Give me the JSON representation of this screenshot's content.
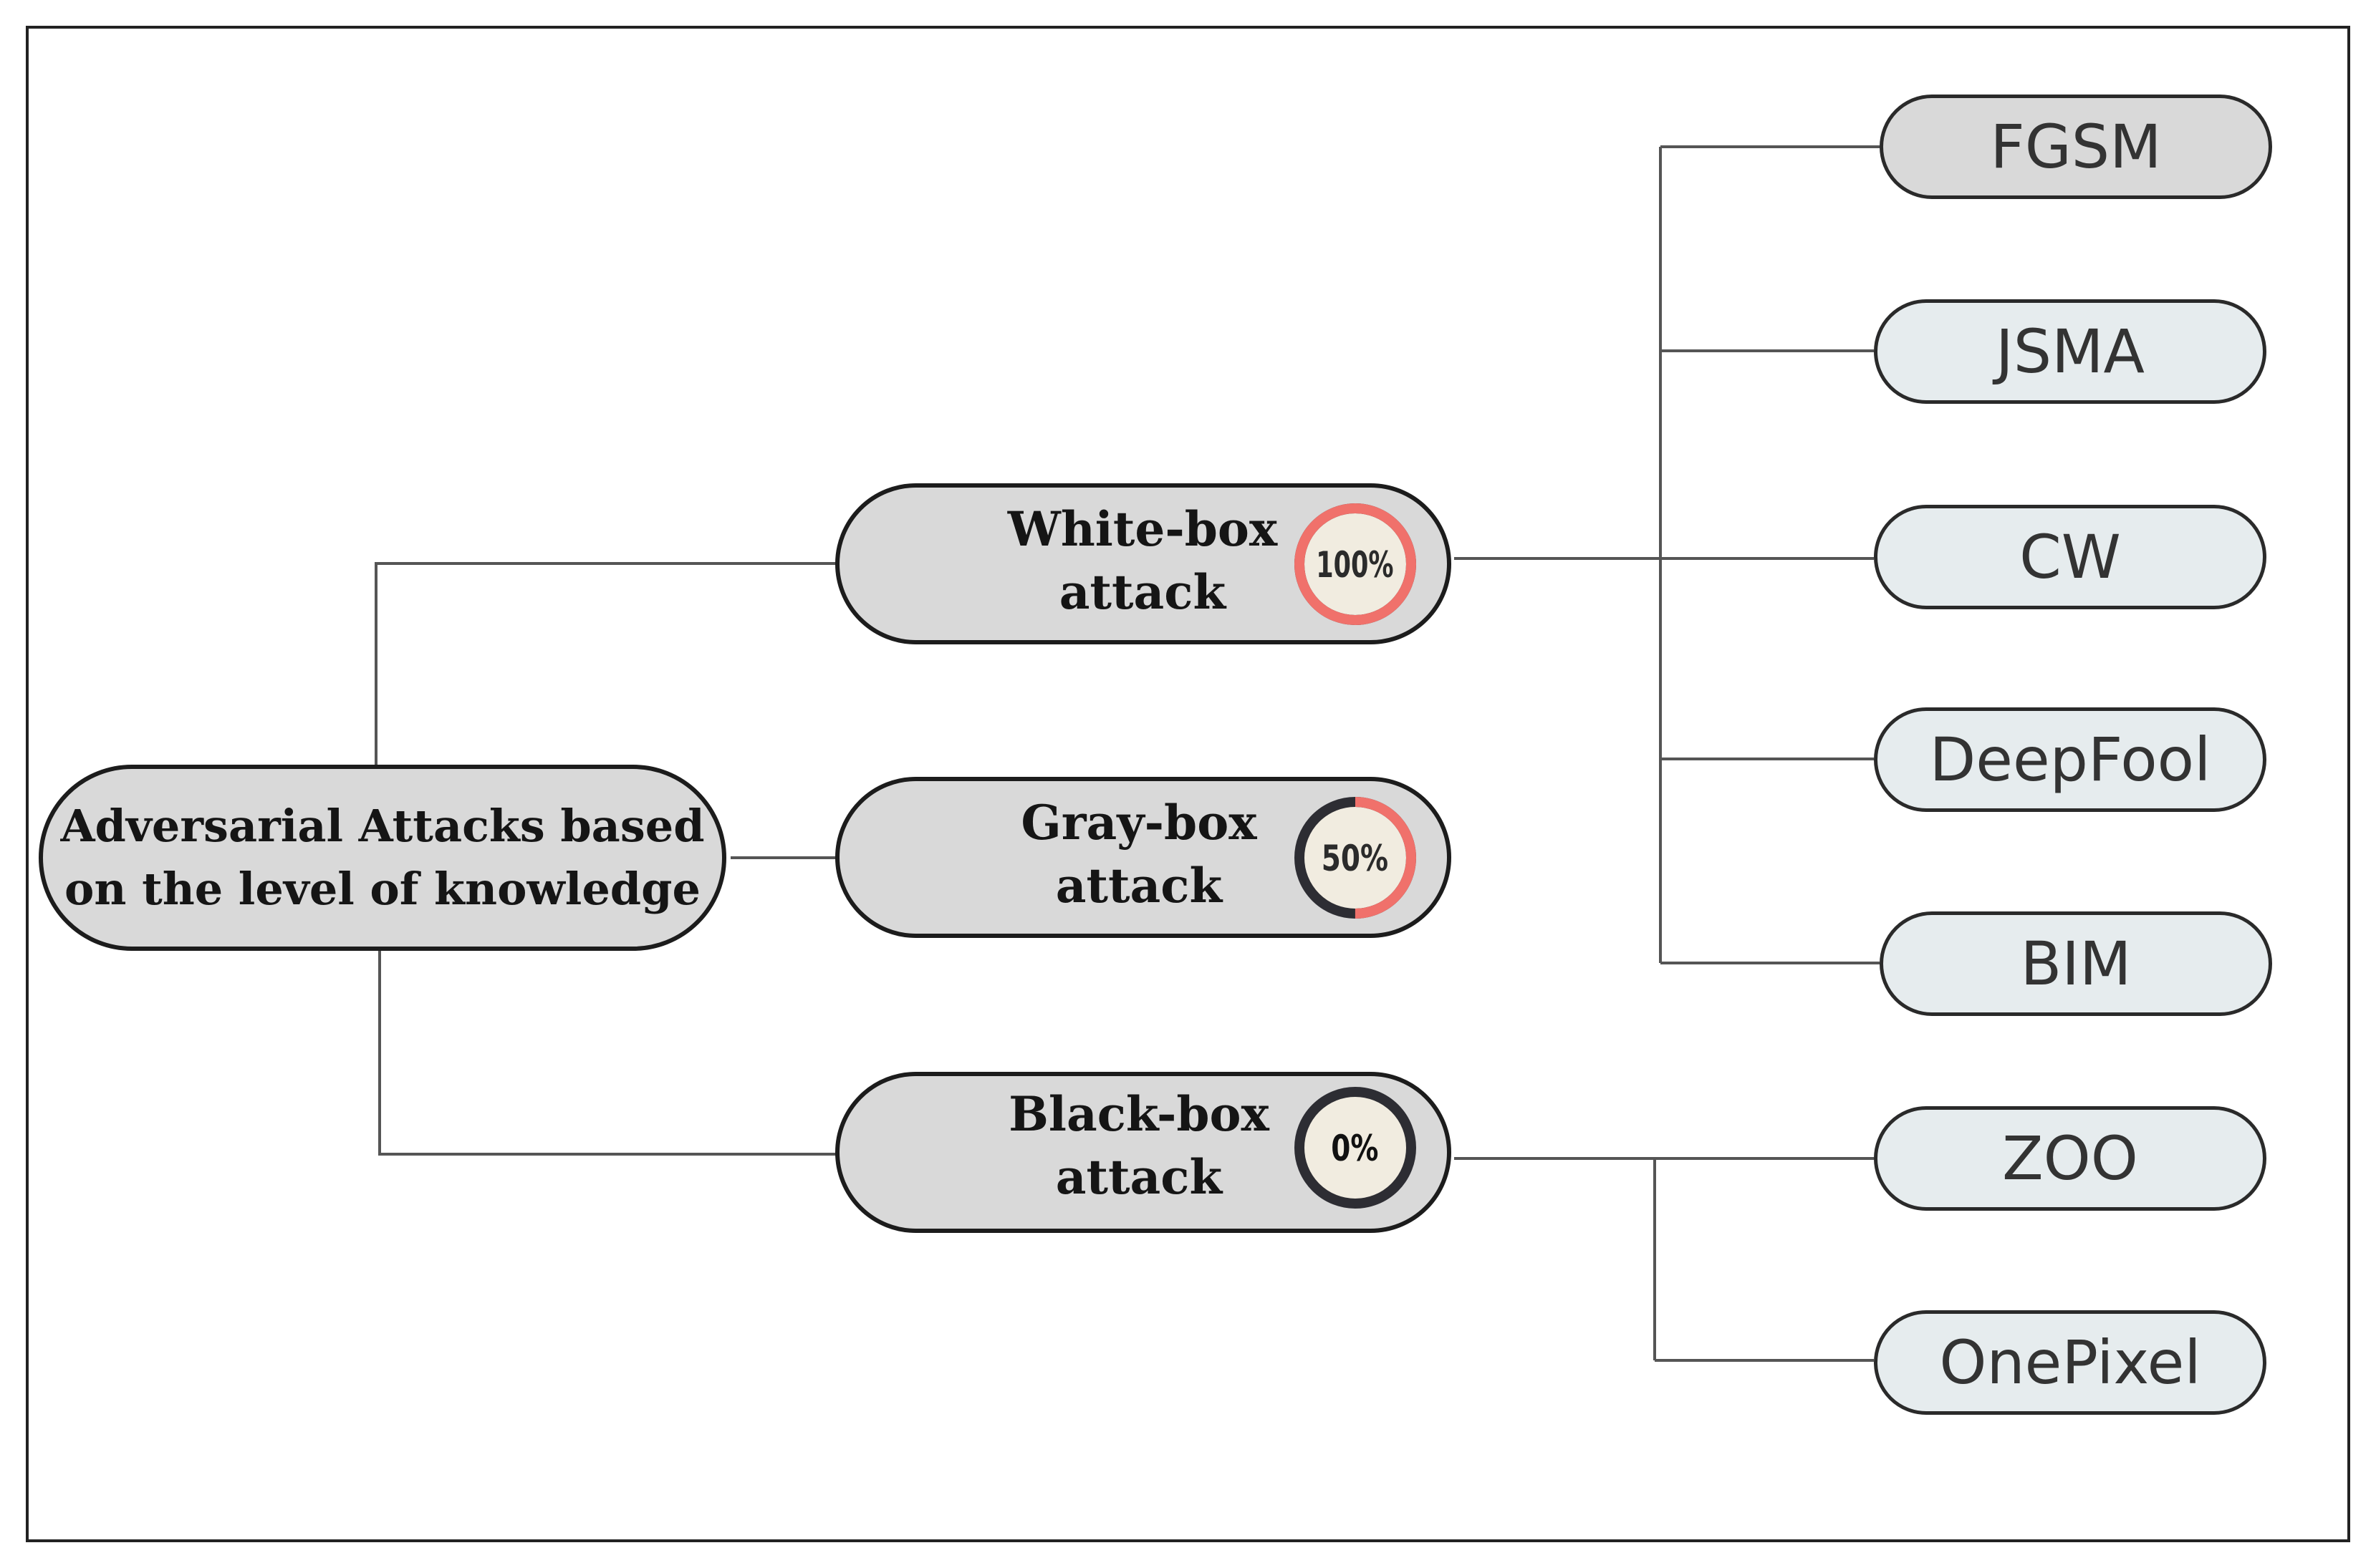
{
  "root": {
    "label": "Adversarial Attacks based on the level of knowledge"
  },
  "categories": [
    {
      "label": "White-box attack",
      "gauge_value": "100%",
      "fraction": 1.0
    },
    {
      "label": "Gray-box attack",
      "gauge_value": "50%",
      "fraction": 0.5
    },
    {
      "label": "Black-box attack",
      "gauge_value": "0%",
      "fraction": 0.0
    }
  ],
  "white_box_methods": [
    "FGSM",
    "JSMA",
    "CW",
    "DeepFool",
    "BIM"
  ],
  "black_box_methods": [
    "ZOO",
    "OnePixel"
  ],
  "colors": {
    "node_fill": "#d9d9d9",
    "leaf_fill": "#e6ecee",
    "gauge_accent": "#f0716b",
    "gauge_track": "#2d2d33",
    "gauge_inner": "#f1ece0"
  }
}
